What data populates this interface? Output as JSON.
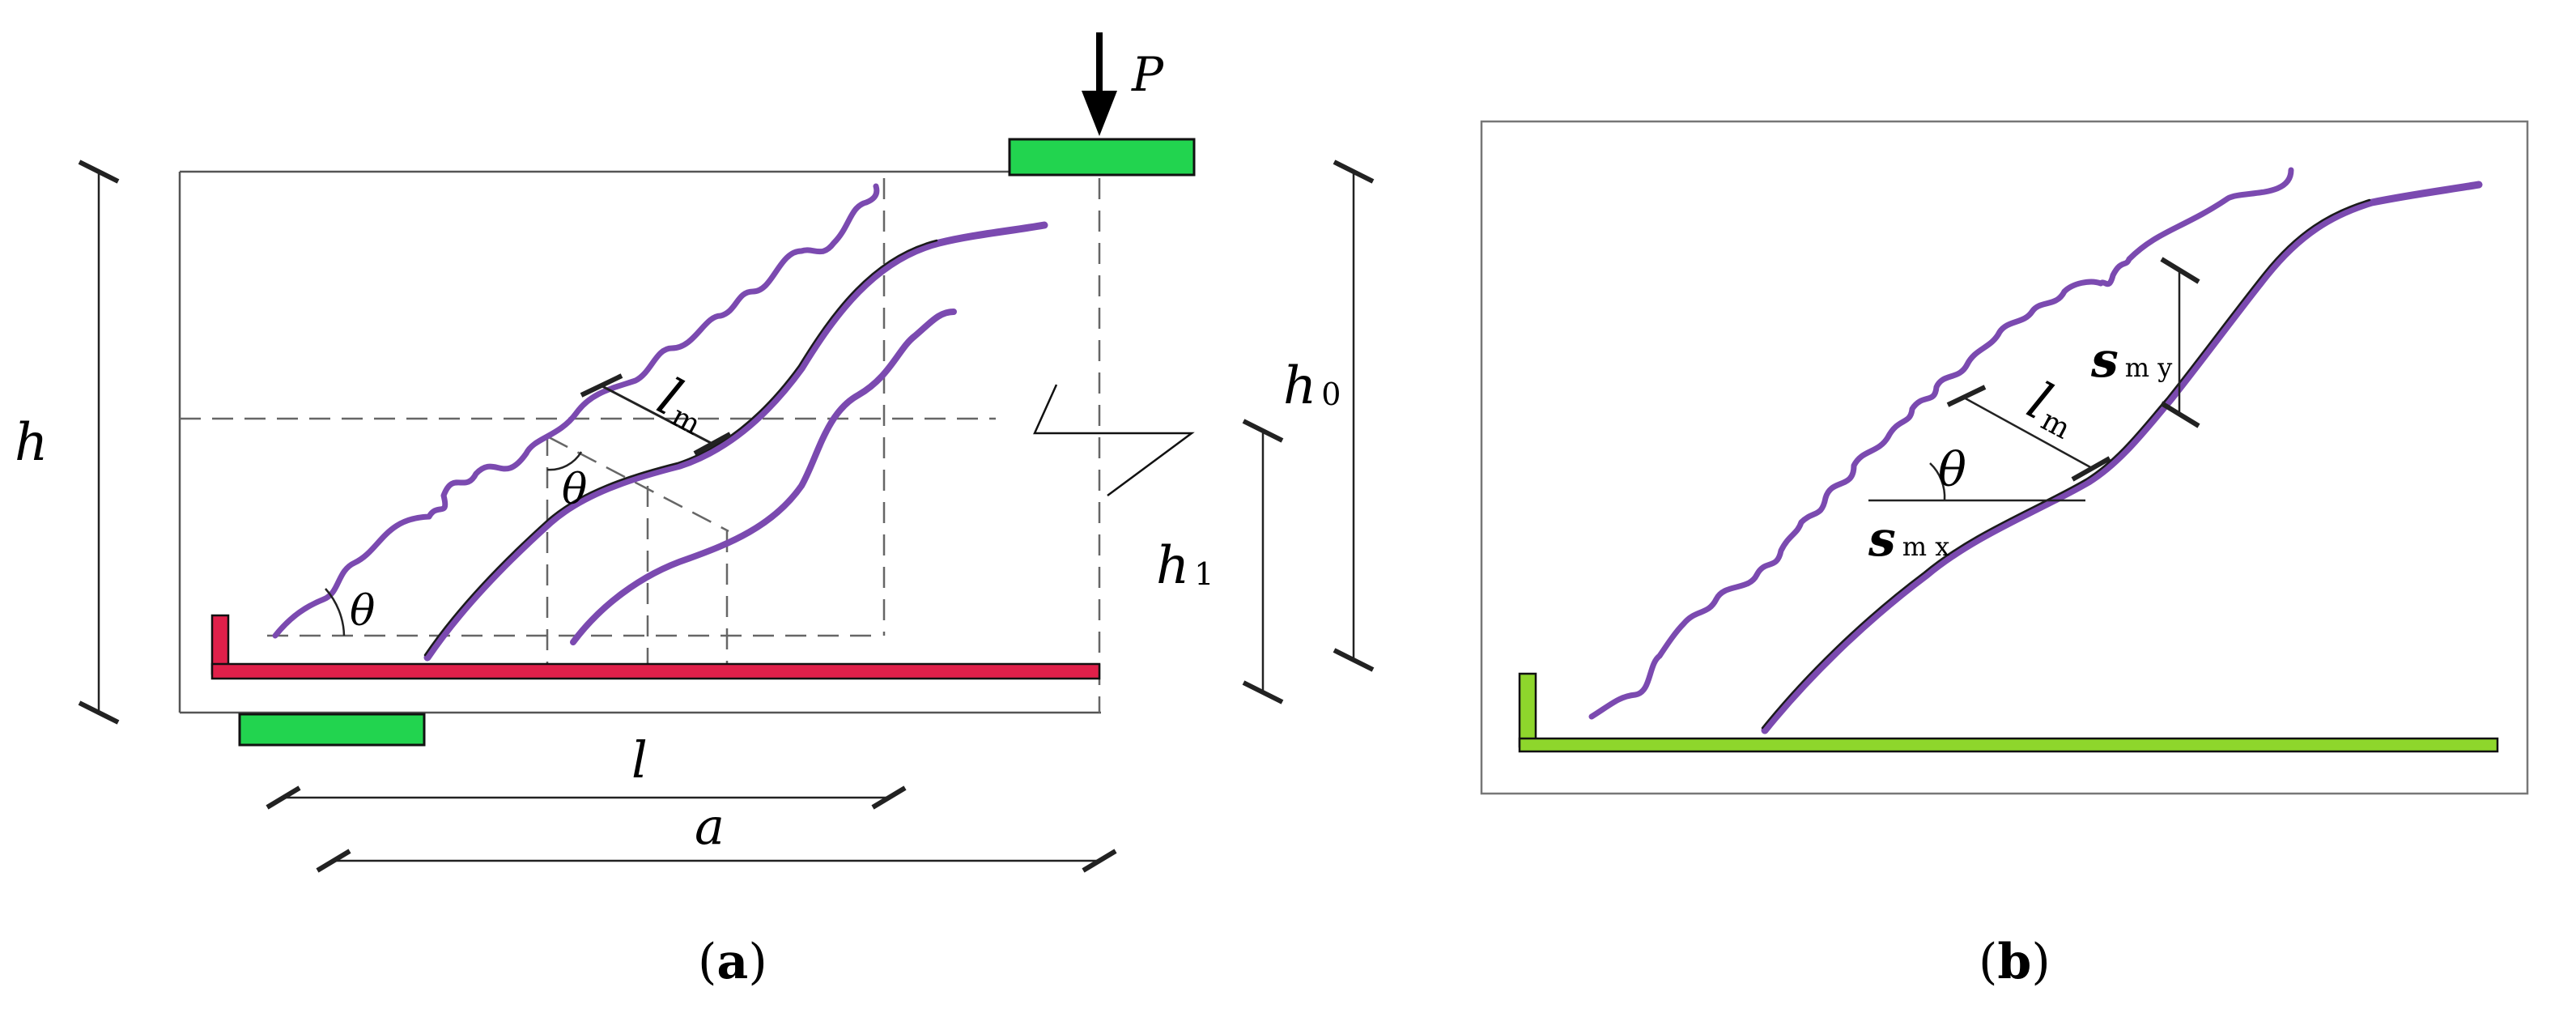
{
  "colors": {
    "plate": "#22d44f",
    "rebar_a": "#e0204a",
    "rebar_b": "#8ed62c",
    "crack": "#7b4ab0"
  },
  "panel_a": {
    "caption_open": "(",
    "caption_letter": "a",
    "caption_close": ")",
    "labels": {
      "load": "P",
      "height": "h",
      "effective_height": "h",
      "effective_height_sub": "0",
      "lever": "h",
      "lever_sub": "1",
      "crack_angle": "θ",
      "crack_angle_2": "θ",
      "crack_length": "l",
      "crack_length_sub": "m",
      "projection": "l",
      "shear_span": "a"
    }
  },
  "panel_b": {
    "caption_open": "(",
    "caption_letter": "b",
    "caption_close": ")",
    "labels": {
      "crack_angle": "θ",
      "crack_length": "l",
      "crack_length_sub": "m",
      "spacing_x": "s",
      "spacing_x_sub": "m x",
      "spacing_y": "s",
      "spacing_y_sub": "m y"
    }
  }
}
